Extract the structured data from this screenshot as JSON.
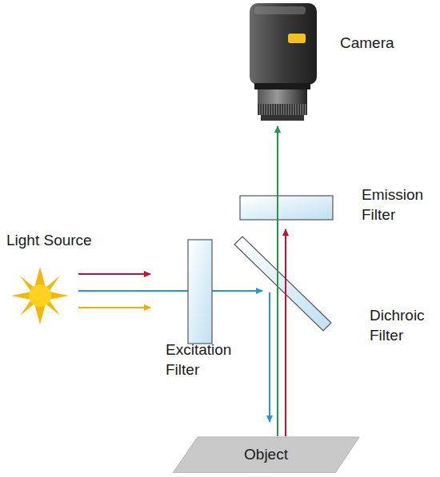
{
  "diagram": {
    "nodes": [
      {
        "text": [
          "Object"
        ]
      }
    ],
    "labels": [
      "Camera",
      "Light Source",
      "Emission Filter",
      "Excitation Filter",
      "Dichroic Filter"
    ]
  }
}
